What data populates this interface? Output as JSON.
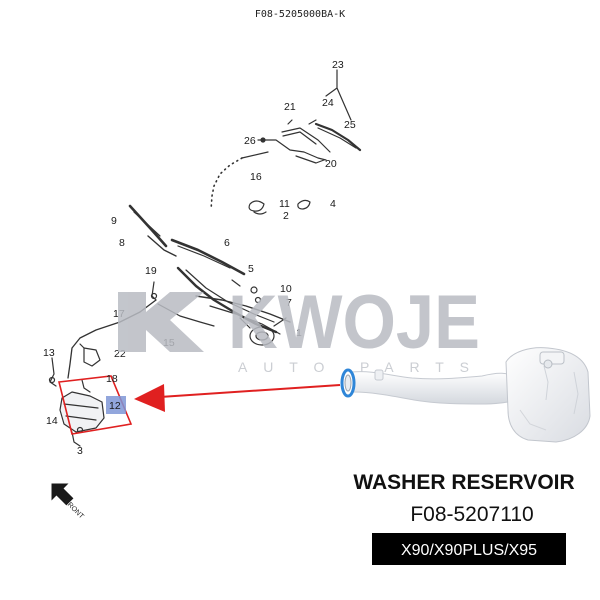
{
  "diagram": {
    "ref_code": "F08-5205000BA-K",
    "callouts": [
      "1",
      "2",
      "3",
      "4",
      "5",
      "6",
      "7",
      "8",
      "9",
      "10",
      "11",
      "12",
      "13",
      "14",
      "15",
      "16",
      "17",
      "18",
      "19",
      "20",
      "21",
      "22",
      "23",
      "24",
      "25",
      "26"
    ],
    "front_label": "FRONT"
  },
  "watermark": {
    "brand": "KWOJE",
    "tagline": "AUTO PARTS"
  },
  "product": {
    "name": "WASHER RESERVOIR",
    "part_number": "F08-5207110",
    "models": "X90/X90PLUS/X95"
  },
  "colors": {
    "highlight_box": "#e02020",
    "arrow": "#e02020",
    "callout_highlight": "#7f96d6",
    "tube_accent": "#2f86d8",
    "model_bg": "#000000"
  }
}
